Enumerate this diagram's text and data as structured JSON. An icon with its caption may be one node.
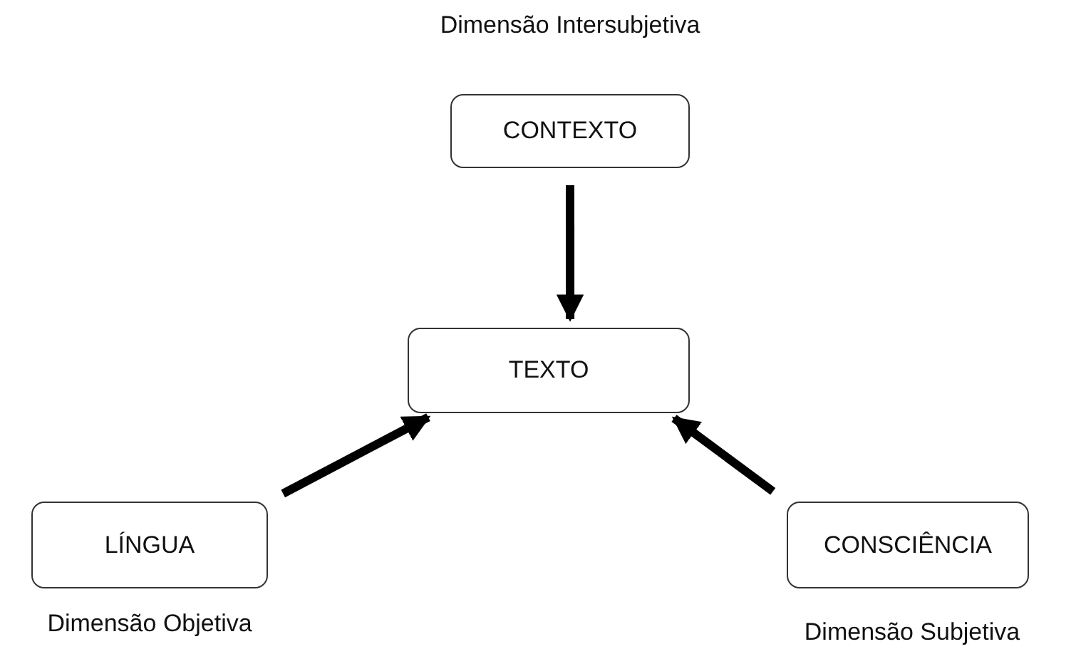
{
  "diagram": {
    "nodes": [
      {
        "text": [
          "CONTEXTO"
        ],
        "beside": [
          "Dimensão Intersubjetiva"
        ]
      },
      {
        "text": [
          "TEXTO"
        ]
      },
      {
        "text": [
          "LÍNGUA"
        ],
        "beside": [
          "Dimensão Objetiva"
        ]
      },
      {
        "text": [
          "CONSCIÊNCIA"
        ],
        "beside": [
          "Dimensão Subjetiva"
        ]
      }
    ],
    "edges": [
      {
        "from": 0,
        "to": 1,
        "arrow": "to"
      },
      {
        "from": 2,
        "to": 1,
        "arrow": "to"
      },
      {
        "from": 3,
        "to": 1,
        "arrow": "to"
      }
    ]
  }
}
